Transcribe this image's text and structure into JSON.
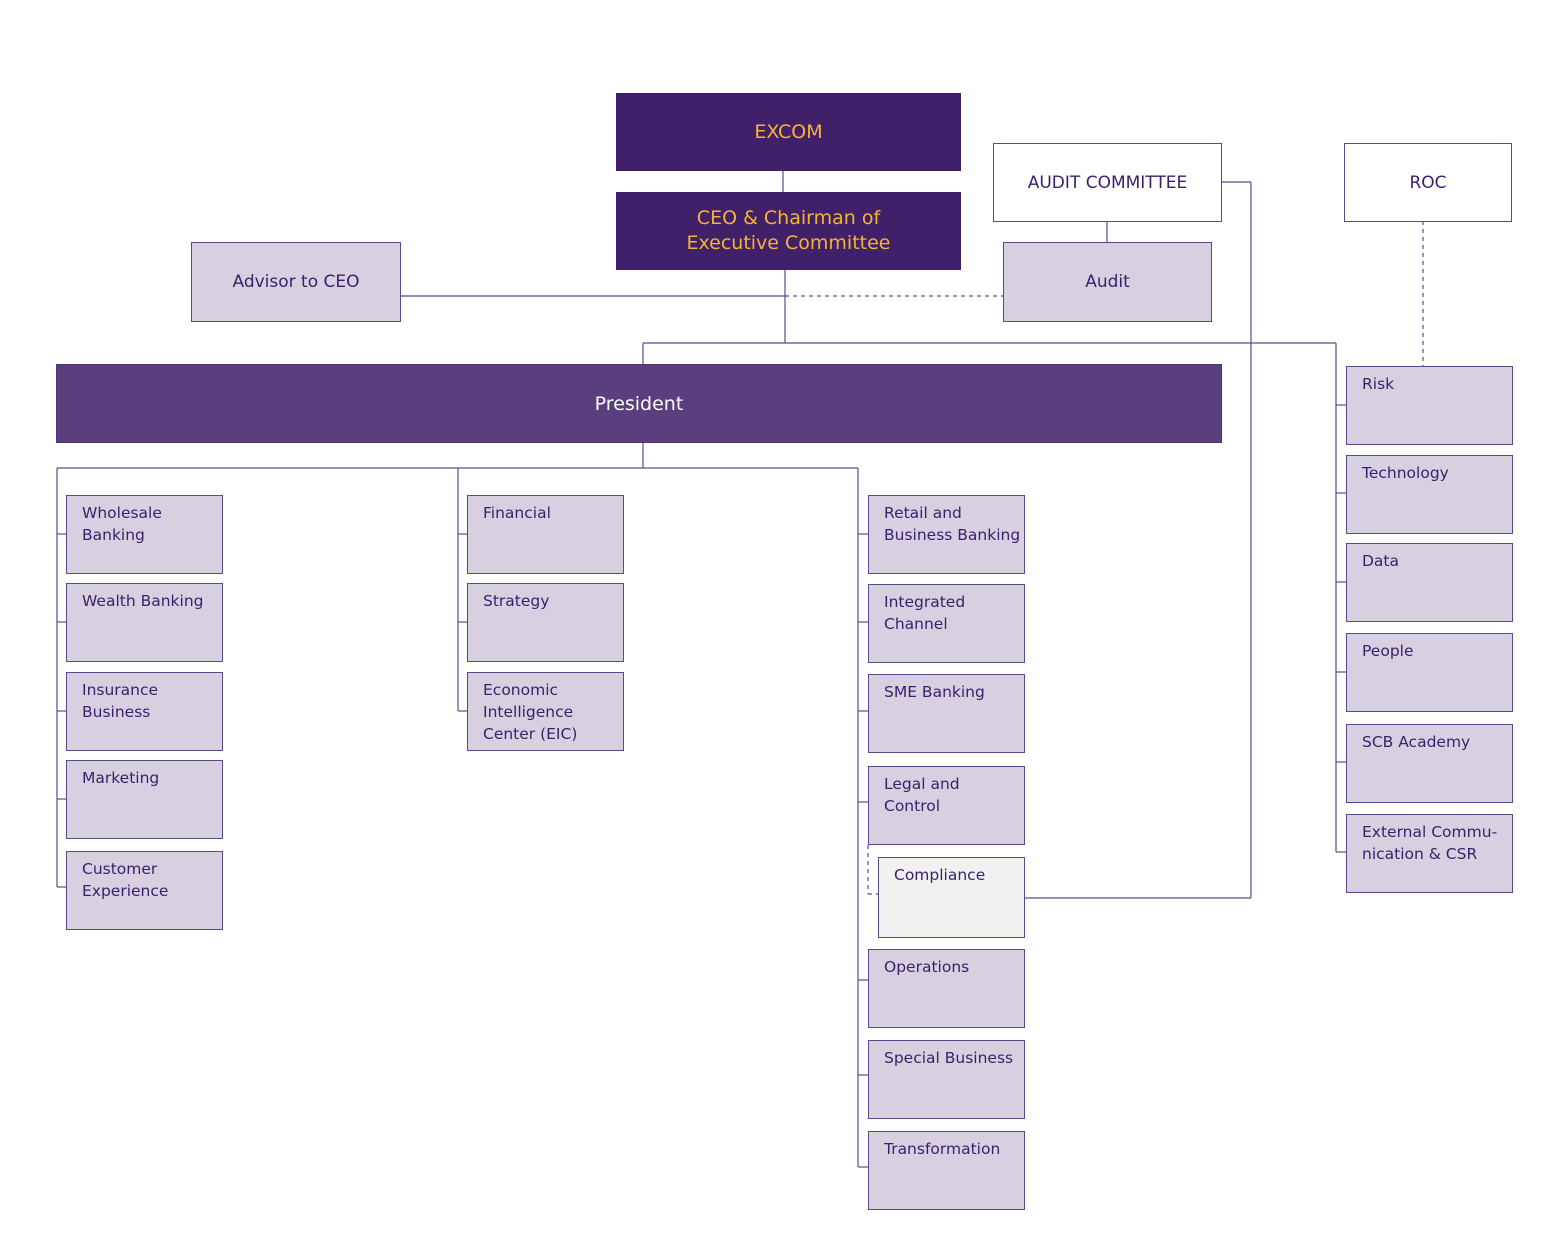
{
  "top": {
    "excom": "EXCOM",
    "ceo": "CEO & Chairman of\nExecutive Committee",
    "advisor": "Advisor to CEO",
    "audit_committee": "AUDIT COMMITTEE",
    "audit": "Audit",
    "roc": "ROC",
    "president": "President"
  },
  "columns": {
    "left": [
      "Wholesale\nBanking",
      "Wealth Banking",
      "Insurance\nBusiness",
      "Marketing",
      "Customer\nExperience"
    ],
    "middle": [
      "Financial",
      "Strategy",
      "Economic\nIntelligence\nCenter (EIC)"
    ],
    "right": [
      "Retail and\nBusiness Banking",
      "Integrated\nChannel",
      "SME Banking",
      "Legal and\nControl",
      "Compliance",
      "Operations",
      "Special Business",
      "Transformation"
    ],
    "far_right": [
      "Risk",
      "Technology",
      "Data",
      "People",
      "SCB Academy",
      "External Commu-\nnication & CSR"
    ]
  },
  "colors": {
    "dark_purple": "#41206a",
    "president_purple": "#5a3f7e",
    "box_fill": "#d7d0e0",
    "compliance_fill": "#f1f1f1",
    "accent_gold": "#f5b335",
    "line": "#5a4a8c"
  }
}
